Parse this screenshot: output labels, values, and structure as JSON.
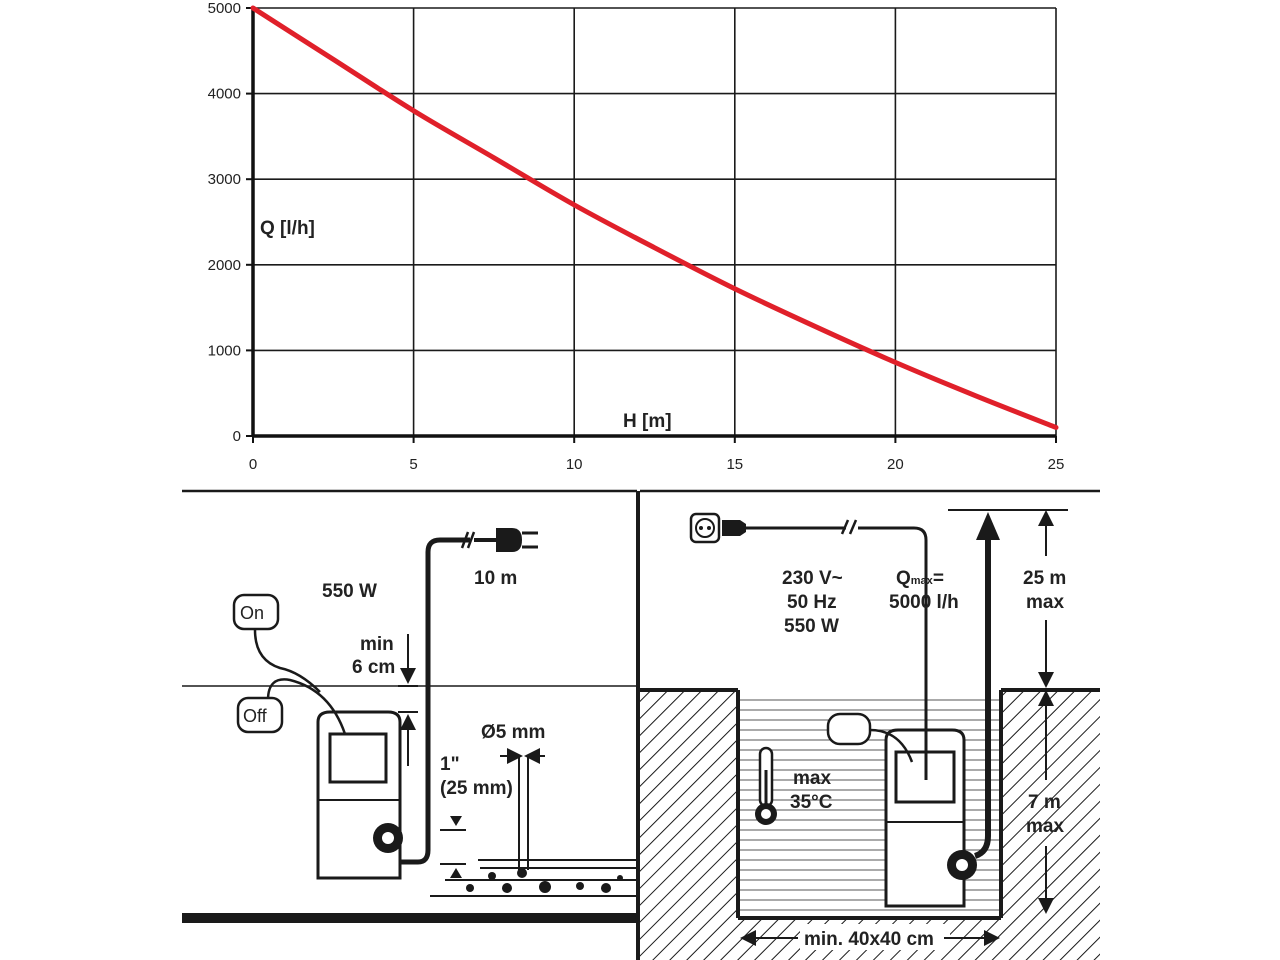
{
  "chart_data": {
    "type": "line",
    "xlabel": "H [m]",
    "ylabel": "Q [l/h]",
    "xlim": [
      0,
      25
    ],
    "ylim": [
      0,
      5000
    ],
    "x_ticks": [
      "0",
      "5",
      "10",
      "15",
      "20",
      "25"
    ],
    "y_ticks": [
      "0",
      "1000",
      "2000",
      "3000",
      "4000",
      "5000"
    ],
    "grid": true,
    "series": [
      {
        "color": "#e0202a",
        "x": [
          0,
          2.5,
          5,
          7.5,
          10,
          12.5,
          15,
          17.5,
          20,
          22.5,
          25
        ],
        "y": [
          5000,
          4400,
          3800,
          3250,
          2700,
          2200,
          1720,
          1280,
          860,
          470,
          100
        ]
      }
    ]
  },
  "install_left": {
    "switch_on": "On",
    "switch_off": "Off",
    "power": "550 W",
    "cable_length": "10 m",
    "min_depth_line1": "min",
    "min_depth_line2": "6 cm",
    "outlet_line1": "1\"",
    "outlet_line2": "(25 mm)",
    "particle_size": "Ø5 mm"
  },
  "install_right": {
    "voltage": "230 V~",
    "frequency": "50 Hz",
    "power": "550 W",
    "qmax_label_q": "Q",
    "qmax_label_sub": "max",
    "qmax_label_eq": "=",
    "qmax_value": "5000  l/h",
    "head_line1": "25 m",
    "head_line2": "max",
    "depth_line1": "7 m",
    "depth_line2": "max",
    "temp_line1": "max",
    "temp_line2": "35°C",
    "shaft_size": "min. 40x40 cm"
  },
  "colors": {
    "curve": "#e0202a",
    "ink": "#1a1a1a"
  }
}
